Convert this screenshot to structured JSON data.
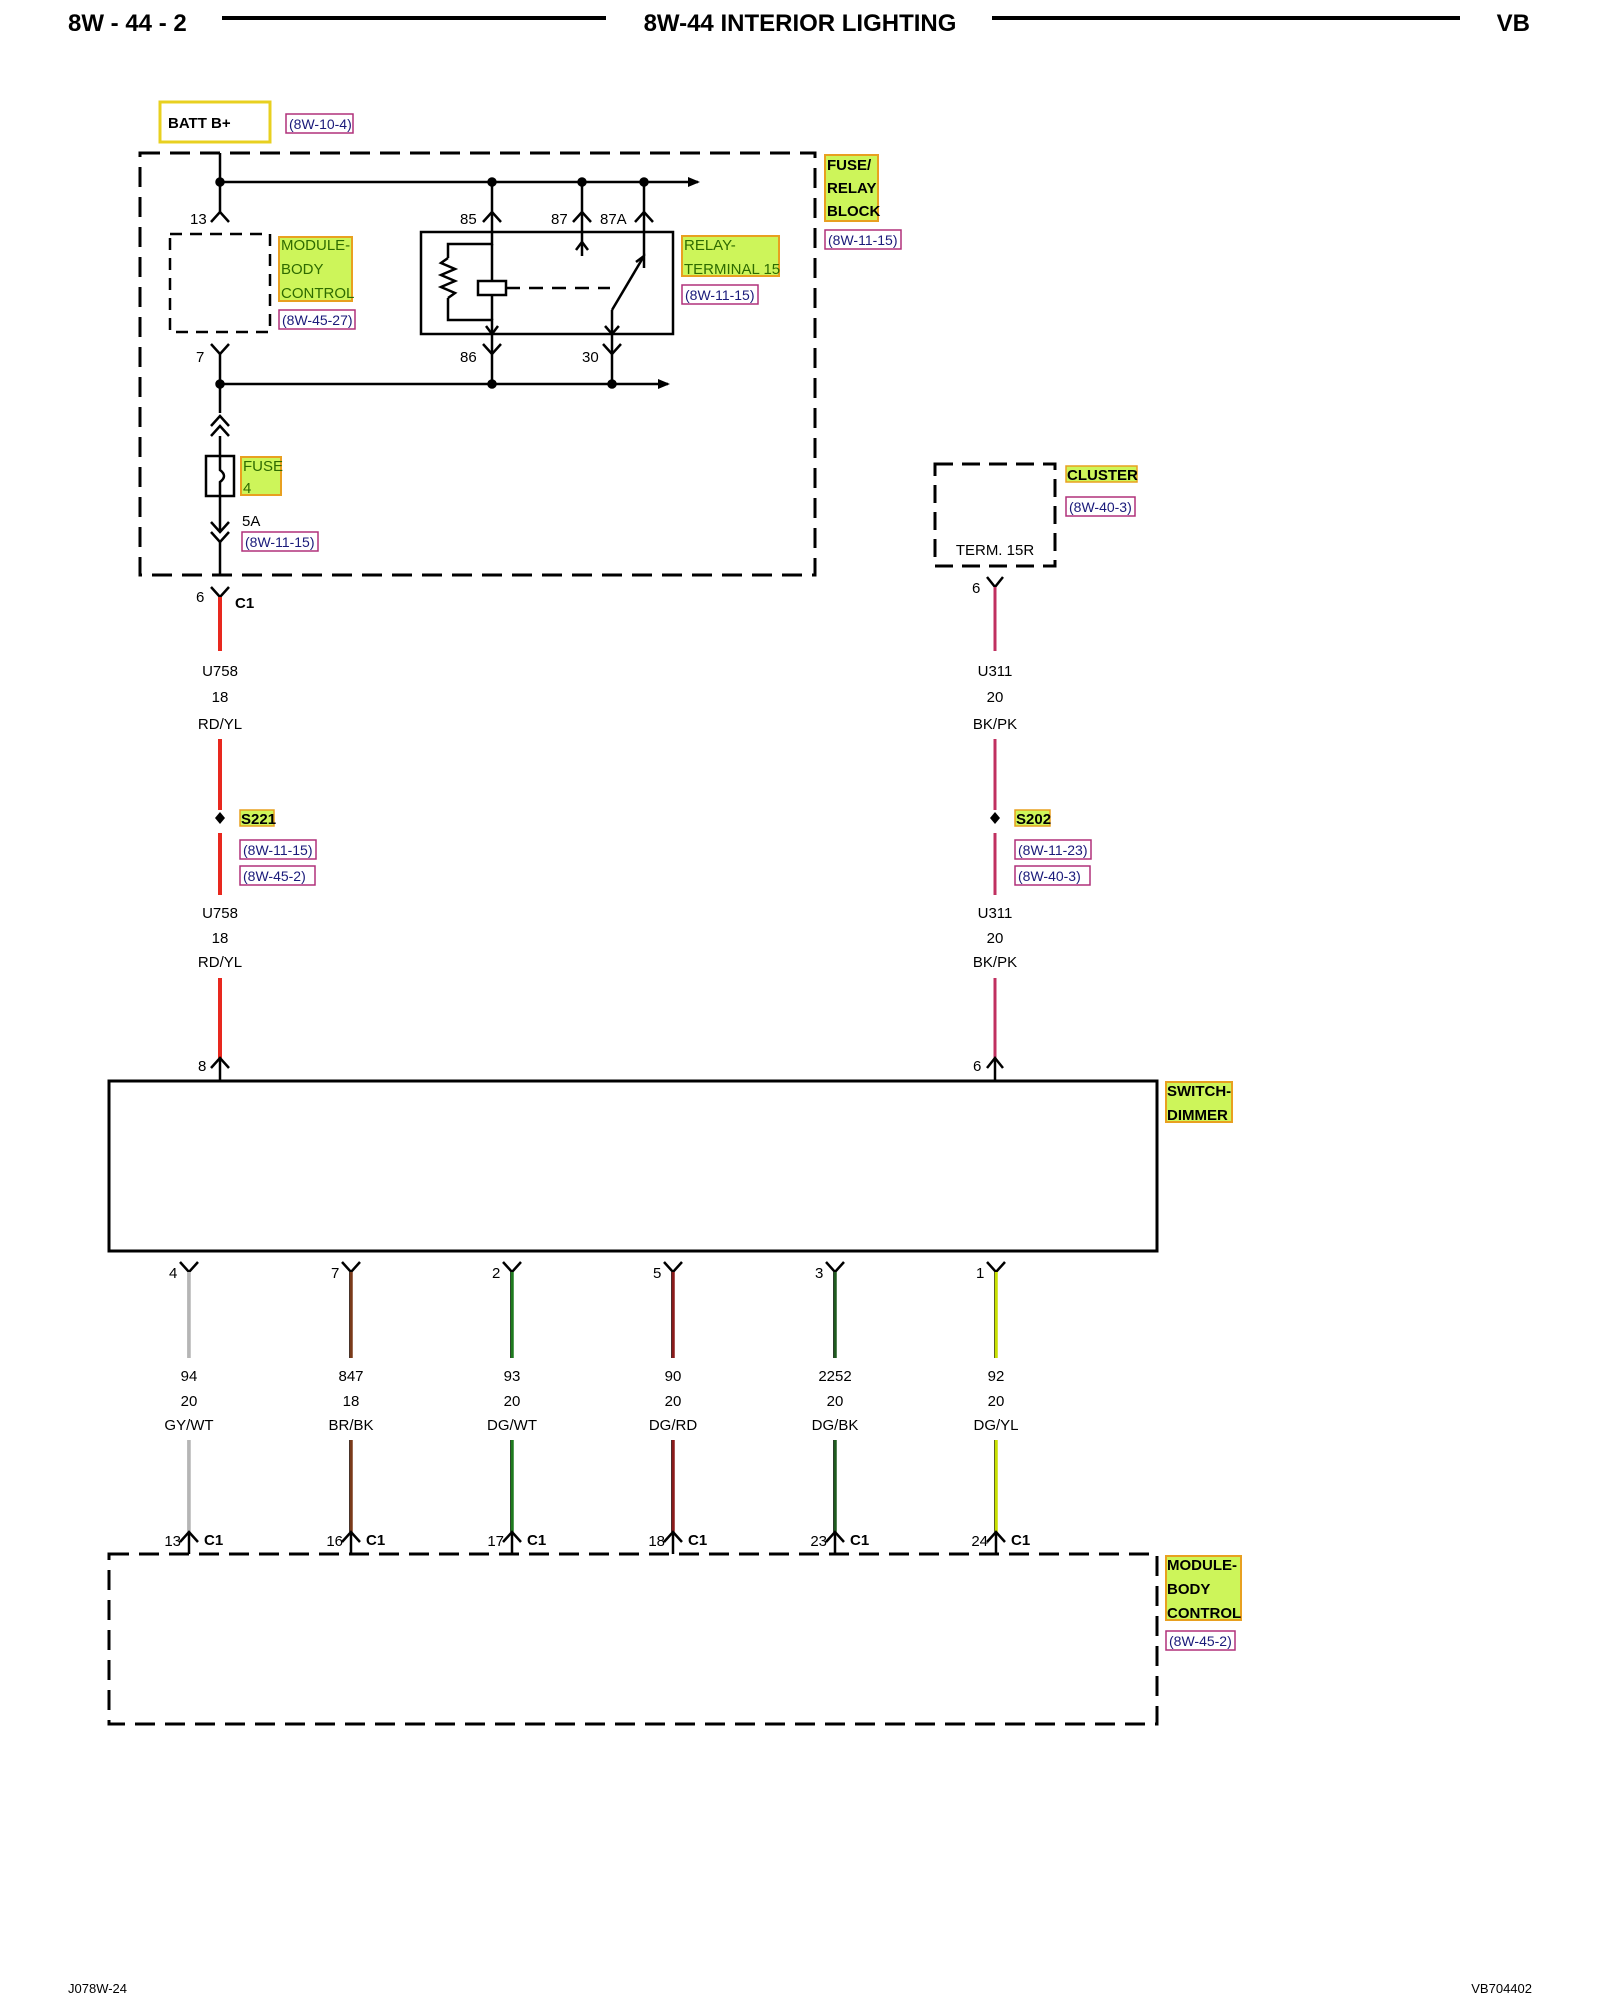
{
  "header": {
    "left": "8W - 44 - 2",
    "title": "8W-44 INTERIOR LIGHTING",
    "right": "VB"
  },
  "footer": {
    "left": "J078W-24",
    "right": "VB704402"
  },
  "batt": {
    "label": "BATT B+",
    "ref": "(8W-10-4)"
  },
  "fuse_relay_block": {
    "label_lines": [
      "FUSE/",
      "RELAY",
      "BLOCK"
    ],
    "ref": "(8W-11-15)"
  },
  "module_body_control_top": {
    "label_lines": [
      "MODULE-",
      "BODY",
      "CONTROL"
    ],
    "ref": "(8W-45-27)"
  },
  "relay": {
    "label_lines": [
      "RELAY-",
      "TERMINAL 15"
    ],
    "ref": "(8W-11-15)",
    "pins": {
      "p85": "85",
      "p87": "87",
      "p87a": "87A",
      "p86": "86",
      "p30": "30"
    }
  },
  "fuse": {
    "label_lines": [
      "FUSE",
      "4"
    ],
    "rating": "5A",
    "ref": "(8W-11-15)"
  },
  "pins_top": {
    "p13": "13",
    "p7": "7"
  },
  "cluster": {
    "label": "CLUSTER",
    "ref": "(8W-40-3)",
    "term": "TERM. 15R"
  },
  "conn_c1": "C1",
  "wire_u758": {
    "top_pin": "6",
    "upper": {
      "circuit": "U758",
      "gauge": "18",
      "color": "RD/YL"
    },
    "lower": {
      "circuit": "U758",
      "gauge": "18",
      "color": "RD/YL"
    },
    "bottom_pin": "8"
  },
  "splice_s221": {
    "label": "S221",
    "ref1": "(8W-11-15)",
    "ref2": "(8W-45-2)"
  },
  "wire_u311": {
    "top_pin": "6",
    "upper": {
      "circuit": "U311",
      "gauge": "20",
      "color": "BK/PK"
    },
    "lower": {
      "circuit": "U311",
      "gauge": "20",
      "color": "BK/PK"
    },
    "bottom_pin": "6"
  },
  "splice_s202": {
    "label": "S202",
    "ref1": "(8W-11-23)",
    "ref2": "(8W-40-3)"
  },
  "switch_dimmer": {
    "label_lines": [
      "SWITCH-",
      "DIMMER"
    ]
  },
  "bottom_wires": [
    {
      "top_pin": "4",
      "circuit": "94",
      "gauge": "20",
      "color": "GY/WT",
      "bottom_pin": "13",
      "conn": "C1",
      "stroke": "#b5b5b5",
      "stroke2": "#b5b5b5"
    },
    {
      "top_pin": "7",
      "circuit": "847",
      "gauge": "18",
      "color": "BR/BK",
      "bottom_pin": "16",
      "conn": "C1",
      "stroke": "#7a3a1a",
      "stroke2": "#111111"
    },
    {
      "top_pin": "2",
      "circuit": "93",
      "gauge": "20",
      "color": "DG/WT",
      "bottom_pin": "17",
      "conn": "C1",
      "stroke": "#1f7a1f",
      "stroke2": "#111111"
    },
    {
      "top_pin": "5",
      "circuit": "90",
      "gauge": "20",
      "color": "DG/RD",
      "bottom_pin": "18",
      "conn": "C1",
      "stroke": "#8a1a1a",
      "stroke2": "#111111"
    },
    {
      "top_pin": "3",
      "circuit": "2252",
      "gauge": "20",
      "color": "DG/BK",
      "bottom_pin": "23",
      "conn": "C1",
      "stroke": "#1f5a1f",
      "stroke2": "#111111"
    },
    {
      "top_pin": "1",
      "circuit": "92",
      "gauge": "20",
      "color": "DG/YL",
      "bottom_pin": "24",
      "conn": "C1",
      "stroke": "#c8e000",
      "stroke2": "#111111"
    }
  ],
  "module_body_control_bottom": {
    "label_lines": [
      "MODULE-",
      "BODY",
      "CONTROL"
    ],
    "ref": "(8W-45-2)"
  },
  "colors": {
    "red_wire": "#e8281e",
    "pink_wire": "#c03060",
    "label_fill": "#cdf55a",
    "label_border": "#e8a020",
    "ref_border": "#b0307a"
  }
}
